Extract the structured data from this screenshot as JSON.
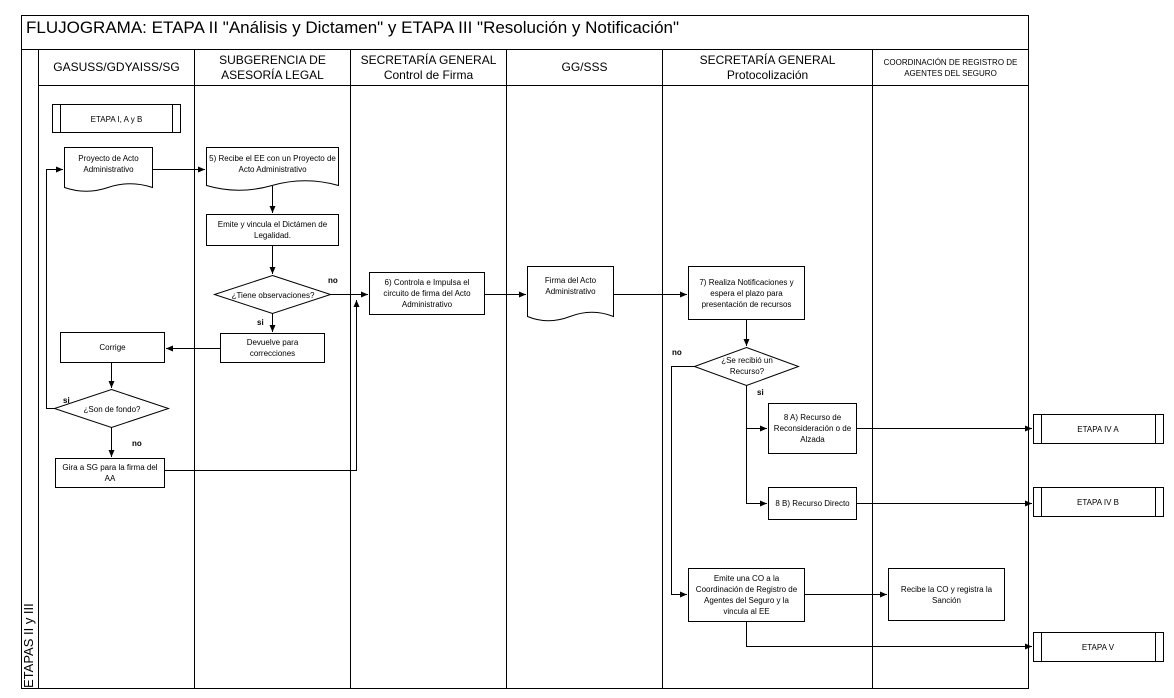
{
  "title": "FLUJOGRAMA: ETAPA II \"Análisis y Dictamen\" y ETAPA III \"Resolución y Notificación\"",
  "side_label": "ETAPAS II y III",
  "lanes": [
    {
      "line1": "GASUSS/GDYAISS/SG",
      "line2": ""
    },
    {
      "line1": "SUBGERENCIA DE",
      "line2": "ASESORÍA LEGAL"
    },
    {
      "line1": "SECRETARÍA GENERAL",
      "line2": "Control de Firma"
    },
    {
      "line1": "GG/SSS",
      "line2": ""
    },
    {
      "line1": "SECRETARÍA GENERAL",
      "line2": "Protocolización"
    },
    {
      "line1": "COORDINACIÓN DE REGISTRO DE",
      "line2": "AGENTES DEL SEGURO"
    }
  ],
  "nodes": {
    "etapa_i": "ETAPA I, A y B",
    "proyecto": "Proyecto de Acto Administrativo",
    "recibe": "5) Recibe el EE con un Proyecto de Acto Administrativo",
    "emite_dictamen": "Emite y vincula el Dictámen de Legalidad.",
    "tiene_obs": "¿Tiene observaciones?",
    "devuelve": "Devuelve para correcciones",
    "corrige": "Corrige",
    "son_fondo": "¿Son de fondo?",
    "gira": "Gira a SG para la firma del AA",
    "controla": "6) Controla e Impulsa el circuito de firma del Acto Administrativo",
    "firma": "Firma del Acto Administrativo",
    "notifica": "7) Realiza Notificaciones y espera el plazo para presentación de recursos",
    "recibio": "¿Se recibió un Recurso?",
    "recurso_a": "8 A) Recurso de Reconsideración o de Alzada",
    "recurso_b": "8 B) Recurso Directo",
    "emite_co": "Emite una CO a la Coordinación de Registro de Agentes del Seguro y la vincula al EE",
    "recibe_co": "Recibe la CO y registra  la Sanción",
    "etapa_iva": "ETAPA IV A",
    "etapa_ivb": "ETAPA IV B",
    "etapa_v": "ETAPA V"
  },
  "edge_labels": {
    "no_obs": "no",
    "si_obs": "si",
    "si_fondo": "si",
    "no_fondo": "no",
    "no_recurso": "no",
    "si_recurso": "si"
  }
}
